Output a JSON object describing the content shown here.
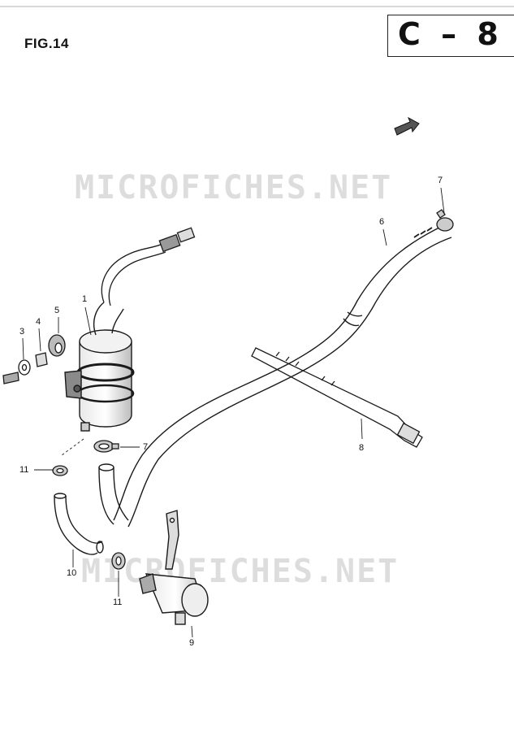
{
  "header": {
    "fig_label": "FIG.14",
    "section_code": "C – 8"
  },
  "watermark": "MICROFICHES.NET",
  "callouts": [
    {
      "id": "c1",
      "label": "1"
    },
    {
      "id": "c3",
      "label": "3"
    },
    {
      "id": "c4",
      "label": "4"
    },
    {
      "id": "c5",
      "label": "5"
    },
    {
      "id": "c6",
      "label": "6"
    },
    {
      "id": "c7a",
      "label": "7"
    },
    {
      "id": "c7b",
      "label": "7"
    },
    {
      "id": "c8",
      "label": "8"
    },
    {
      "id": "c9",
      "label": "9"
    },
    {
      "id": "c10",
      "label": "10"
    },
    {
      "id": "c11a",
      "label": "11"
    },
    {
      "id": "c11b",
      "label": "11"
    }
  ],
  "colors": {
    "ink": "#1a1a1a",
    "watermark": "#b4b4b4",
    "paper": "#ffffff"
  }
}
